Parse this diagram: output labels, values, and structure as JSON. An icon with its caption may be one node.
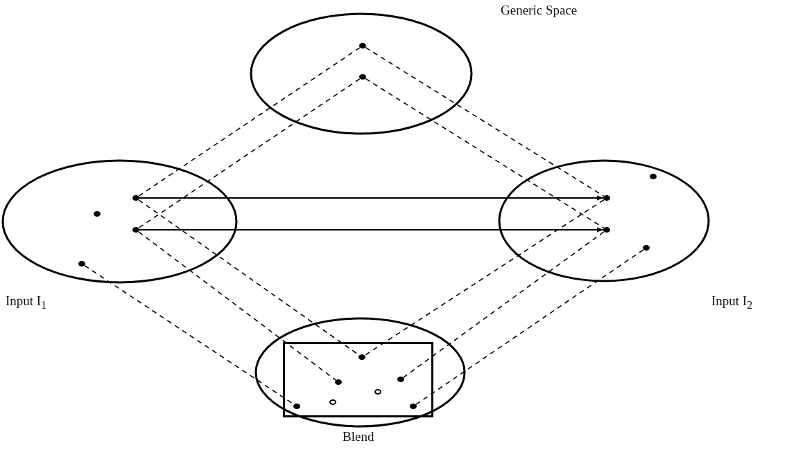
{
  "diagram": {
    "nodes": [
      {
        "text": [
          "Generic Space"
        ]
      },
      {
        "text": [],
        "shape": "dot",
        "in": 0
      },
      {
        "text": [],
        "shape": "dot",
        "in": 0
      },
      {
        "text": [
          "Input I$_{1}$"
        ]
      },
      {
        "text": [],
        "shape": "dot",
        "in": 3
      },
      {
        "text": [],
        "shape": "dot",
        "in": 3
      },
      {
        "text": [],
        "shape": "dot",
        "in": 3
      },
      {
        "text": [],
        "shape": "dot",
        "in": 3
      },
      {
        "text": [
          "Input I$_{2}$"
        ]
      },
      {
        "text": [],
        "shape": "dot",
        "in": 8
      },
      {
        "text": [],
        "shape": "dot",
        "in": 8
      },
      {
        "text": [],
        "shape": "dot",
        "in": 8
      },
      {
        "text": [],
        "shape": "dot",
        "in": 8
      },
      {
        "text": [
          "Blend"
        ]
      },
      {
        "text": [],
        "shape": "box",
        "in": 13
      },
      {
        "text": [],
        "shape": "dot",
        "in": 14
      },
      {
        "text": [],
        "shape": "dot",
        "in": 14
      },
      {
        "text": [],
        "shape": "dot",
        "in": 14
      },
      {
        "text": [],
        "shape": "circle",
        "in": 14
      },
      {
        "text": [],
        "shape": "circle",
        "in": 14
      },
      {
        "text": [],
        "shape": "dot",
        "in": 14
      },
      {
        "text": [],
        "shape": "dot",
        "in": 14
      }
    ],
    "edges": [
      {
        "from": 1,
        "to": 4,
        "arrow": "none",
        "style": "dashed"
      },
      {
        "from": 2,
        "to": 6,
        "arrow": "none",
        "style": "dashed"
      },
      {
        "from": 1,
        "to": 10,
        "arrow": "none",
        "style": "dashed"
      },
      {
        "from": 2,
        "to": 11,
        "arrow": "none",
        "style": "dashed"
      },
      {
        "from": 4,
        "to": 10,
        "arrow": "to"
      },
      {
        "from": 6,
        "to": 11,
        "arrow": "to"
      },
      {
        "from": 4,
        "to": 15,
        "arrow": "none",
        "style": "dashed"
      },
      {
        "from": 6,
        "to": 17,
        "arrow": "none",
        "style": "dashed"
      },
      {
        "from": 7,
        "to": 20,
        "arrow": "none",
        "style": "dashed"
      },
      {
        "from": 10,
        "to": 15,
        "arrow": "none",
        "style": "dashed"
      },
      {
        "from": 11,
        "to": 16,
        "arrow": "none",
        "style": "dashed"
      },
      {
        "from": 12,
        "to": 21,
        "arrow": "none",
        "style": "dashed"
      }
    ]
  }
}
